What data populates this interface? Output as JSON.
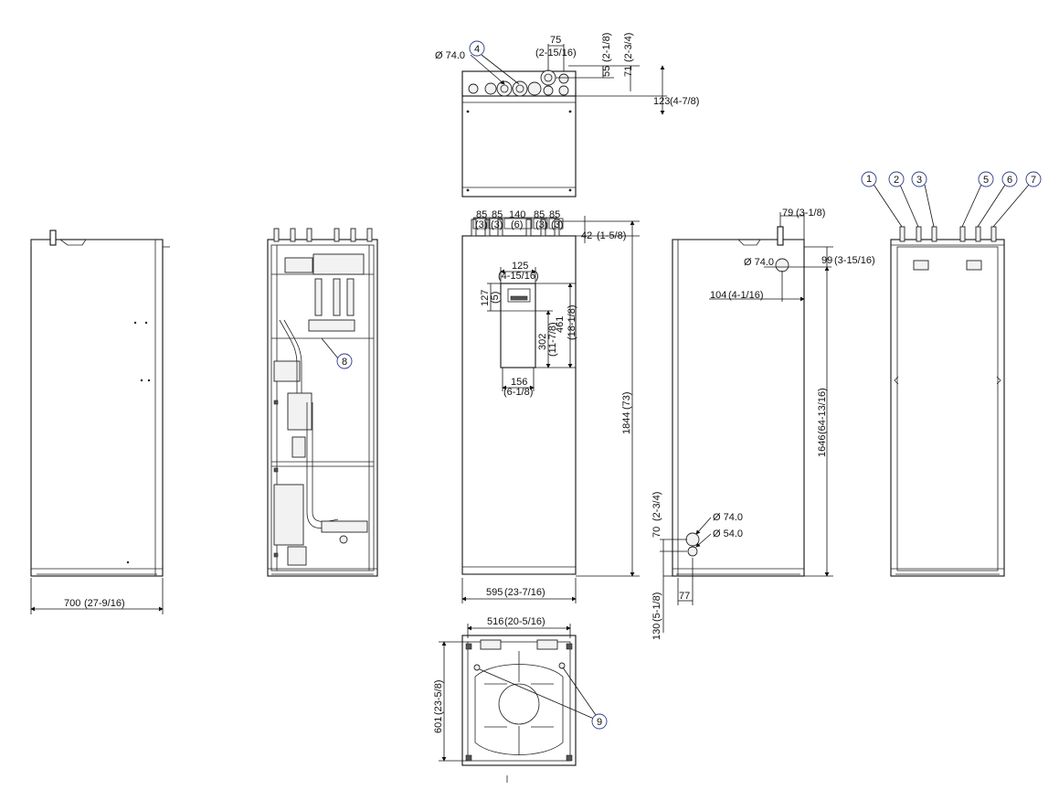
{
  "callouts": [
    "1",
    "2",
    "3",
    "4",
    "5",
    "6",
    "7",
    "8",
    "9"
  ],
  "dimensions": {
    "dia_74_top": "Ø 74.0",
    "d75": "75",
    "d75_in": "(2-15/16)",
    "d55": "55",
    "d55_in": "(2-1/8)",
    "d71": "71",
    "d71_in": "(2-3/4)",
    "d123": "123",
    "d123_in": "(4-7/8)",
    "d85a": "85",
    "d85b": "85",
    "d140": "140",
    "d85c": "85",
    "d85d": "85",
    "sub3a": "(3)",
    "sub3b": "(3)",
    "sub6": "(6)",
    "sub3c": "(3)",
    "sub3d": "(3)",
    "d42": "42",
    "d42_in": "(1-5/8)",
    "d125": "125",
    "d125_in": "(4-15/16)",
    "d127": "127",
    "d127_in": "(5)",
    "d302": "302",
    "d302_in": "(11-7/8)",
    "d461": "461",
    "d461_in": "(18-1/8)",
    "d156": "156",
    "d156_in": "(6-1/8)",
    "d1844": "1844",
    "d1844_in": "(73)",
    "d595": "595",
    "d595_in": "(23-7/16)",
    "d700": "700",
    "d700_in": "(27-9/16)",
    "d79": "79",
    "d79_in": "(3-1/8)",
    "dia_74_right": "Ø 74.0",
    "d99": "99",
    "d99_in": "(3-15/16)",
    "d104": "104",
    "d104_in": "(4-1/16)",
    "d1646": "1646",
    "d1646_in": "(64-13/16)",
    "dia_74_bottom": "Ø 74.0",
    "dia_54_bottom": "Ø 54.0",
    "d70": "70",
    "d70_in": "(2-3/4)",
    "d77": "77",
    "d130": "130",
    "d130_in": "(5-1/8)",
    "d516": "516",
    "d516_in": "(20-5/16)",
    "d601": "601",
    "d601_in": "(23-5/8)"
  }
}
